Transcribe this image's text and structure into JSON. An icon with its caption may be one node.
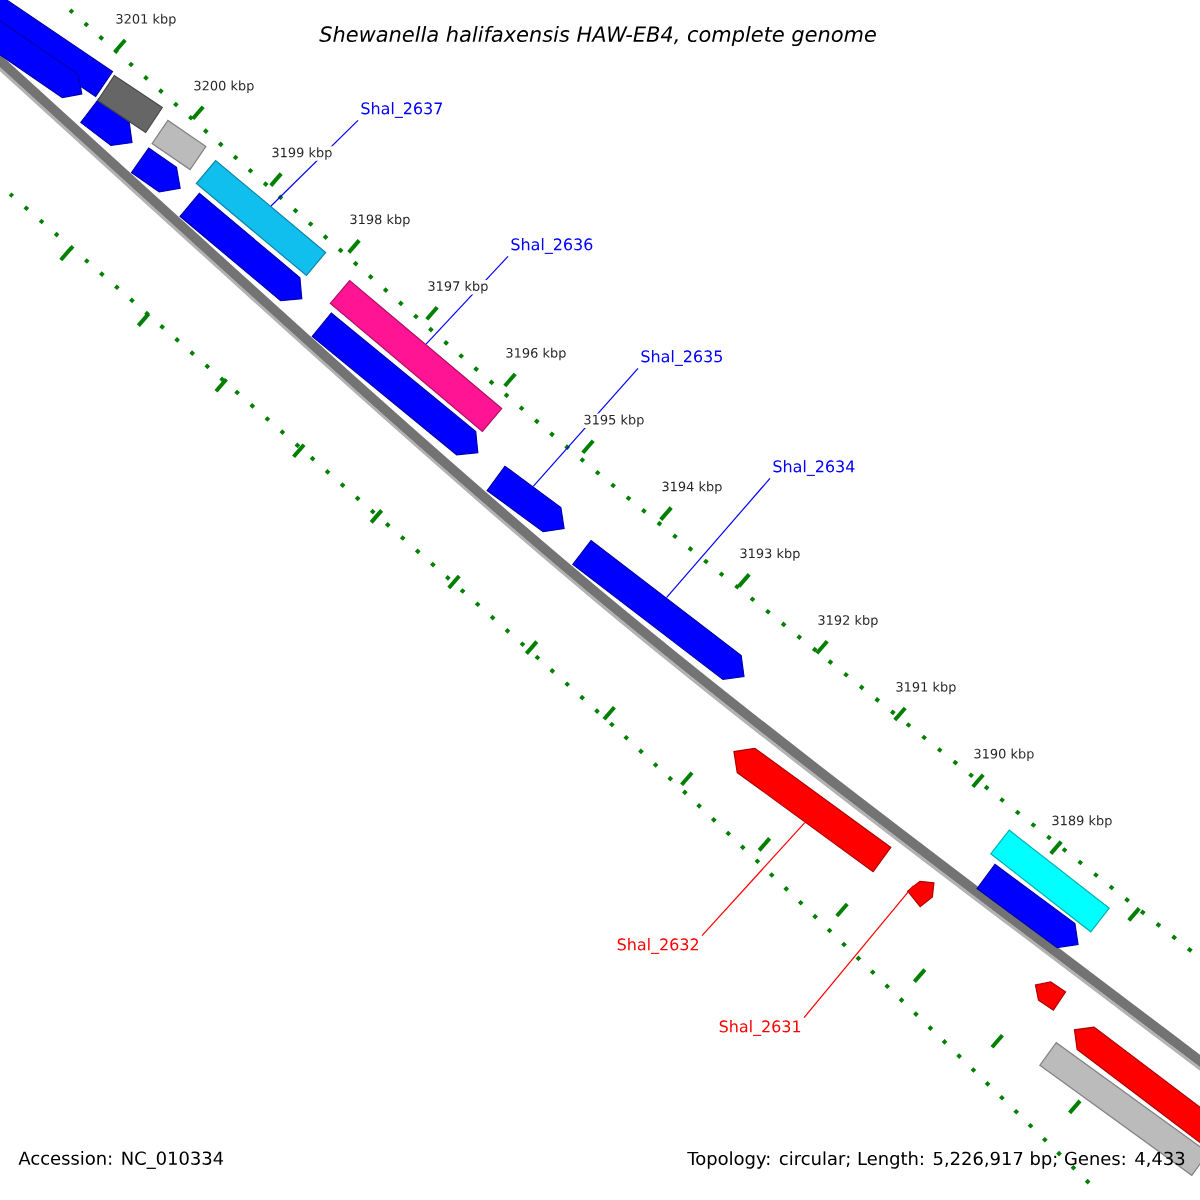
{
  "diagram": {
    "title": "Shewanella halifaxensis HAW-EB4, complete genome",
    "nodes": [
      {
        "text": [
          "Shal_2637"
        ]
      },
      {
        "text": [
          "Shal_2636"
        ]
      },
      {
        "text": [
          "Shal_2635"
        ]
      },
      {
        "text": [
          "Shal_2634"
        ]
      },
      {
        "text": [
          "Shal_2632"
        ]
      },
      {
        "text": [
          "Shal_2631"
        ]
      },
      {
        "text": [],
        "shape": "bar"
      },
      {
        "text": [],
        "shape": "arrow"
      },
      {
        "text": [],
        "shape": "arrow"
      },
      {
        "text": [],
        "shape": "bar"
      },
      {
        "text": [],
        "shape": "arrow"
      },
      {
        "text": [],
        "shape": "bar"
      },
      {
        "text": [],
        "shape": "arrow"
      },
      {
        "text": [],
        "shape": "bar"
      },
      {
        "text": [],
        "shape": "arrow"
      },
      {
        "text": [],
        "shape": "bar"
      },
      {
        "text": [],
        "shape": "arrow"
      },
      {
        "text": [],
        "shape": "arrow"
      },
      {
        "text": [],
        "shape": "arrow"
      },
      {
        "text": [],
        "shape": "arrow"
      },
      {
        "text": [],
        "shape": "arrow"
      },
      {
        "text": [],
        "shape": "bar"
      },
      {
        "text": [],
        "shape": "arrow"
      },
      {
        "text": [],
        "shape": "bar"
      },
      {
        "text": [],
        "shape": "arrow"
      }
    ],
    "edges": [
      {
        "from": 0,
        "to": 13,
        "arrow": "none"
      },
      {
        "from": 1,
        "to": 15,
        "arrow": "none"
      },
      {
        "from": 2,
        "to": 16,
        "arrow": "none"
      },
      {
        "from": 3,
        "to": 17,
        "arrow": "none"
      },
      {
        "from": 4,
        "to": 18,
        "arrow": "none",
        "color": "#ff0000"
      },
      {
        "from": 5,
        "to": 19,
        "arrow": "none",
        "color": "#ff0000"
      }
    ],
    "labels": [
      "3201 kbp",
      "3200 kbp",
      "3199 kbp",
      "3198 kbp",
      "3197 kbp",
      "3196 kbp",
      "3195 kbp",
      "3194 kbp",
      "3193 kbp",
      "3192 kbp",
      "3191 kbp",
      "3190 kbp",
      "3189 kbp",
      "Accession: NC_010334",
      "Topology: circular; Length: 5,226,917 bp; Genes: 4,433"
    ]
  }
}
